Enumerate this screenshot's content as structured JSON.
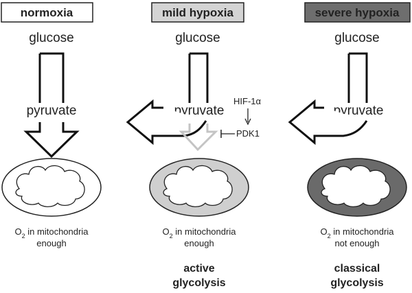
{
  "panels": [
    {
      "header": "normoxia",
      "header_fill": "#ffffff",
      "substrate": "glucose",
      "product": "pyruvate",
      "o2_prefix": "O",
      "o2_sub": "2",
      "o2_text": " in mitochondria",
      "o2_status": "enough",
      "mito_fill": "#ffffff",
      "result_line1": "",
      "result_line2": ""
    },
    {
      "header": "mild hypoxia",
      "header_fill": "#d4d4d4",
      "substrate": "glucose",
      "product": "pyruvate",
      "regulator_1": "HIF-1α",
      "regulator_2": "PDK1",
      "o2_prefix": "O",
      "o2_sub": "2",
      "o2_text": " in mitochondria",
      "o2_status": "enough",
      "mito_fill": "#cfcfcf",
      "result_line1": "active",
      "result_line2": "glycolysis"
    },
    {
      "header": "severe hypoxia",
      "header_fill": "#6e6e6e",
      "substrate": "glucose",
      "product": "pyruvate",
      "o2_prefix": "O",
      "o2_sub": "2",
      "o2_text": " in mitochondria",
      "o2_status": "not enough",
      "mito_fill": "#6a6a6a",
      "result_line1": "classical",
      "result_line2": "glycolysis"
    }
  ]
}
